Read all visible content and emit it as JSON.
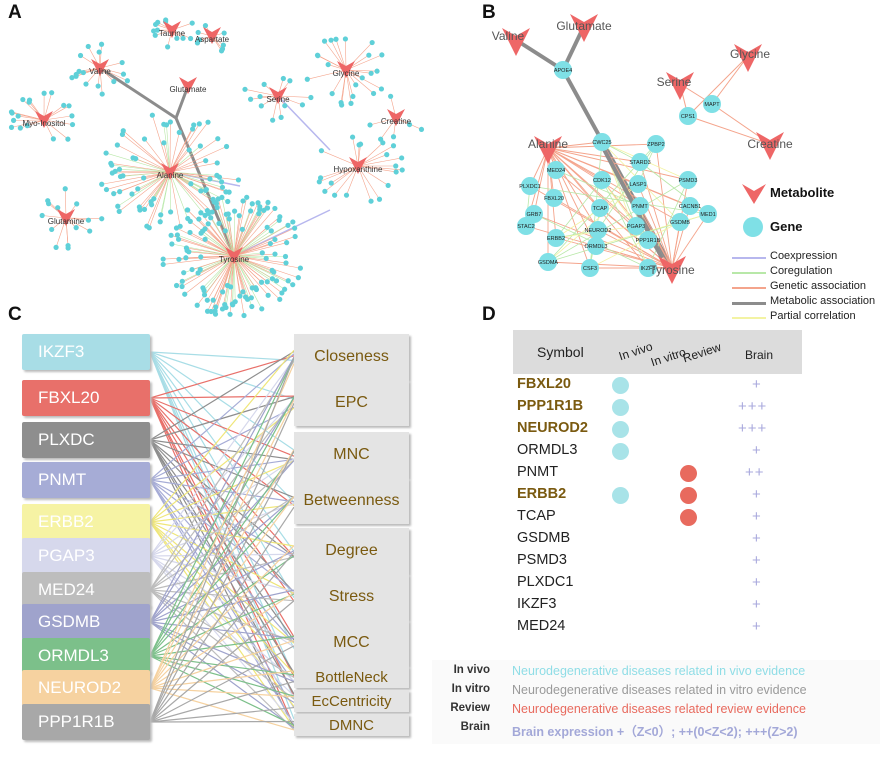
{
  "panels": {
    "a": "A",
    "b": "B",
    "c": "C",
    "d": "D"
  },
  "colors": {
    "metabolite": "#ee6666",
    "gene": "#7fe0e6",
    "coexpression": "#b7b7ee",
    "coregulation": "#b8e8a8",
    "genetic": "#f4a48c",
    "metabolic": "#8c8c8c",
    "partial": "#f3f3a3"
  },
  "panel_a": {
    "metabolites": [
      "Taurine",
      "Aspartate",
      "Valine",
      "Glutamate",
      "Glycine",
      "Serine",
      "Creatine",
      "Myo-Inositol",
      "Alanine",
      "Hypoxanthine",
      "Glutamine",
      "Tyrosine"
    ]
  },
  "panel_b": {
    "metabolites": [
      "Valine",
      "Glutamate",
      "Glycine",
      "Serine",
      "Creatine",
      "Alanine",
      "Tyrosine"
    ],
    "genes": [
      "APOE4",
      "MAPT",
      "CPS1",
      "CWC25",
      "ZPBP2",
      "STARD3",
      "MED24",
      "CDK12",
      "LASP1",
      "PLXDC1",
      "FBXL20",
      "PSMD3",
      "CACNB1",
      "GRB7",
      "TCAP",
      "PNMT",
      "GSDMB",
      "STAC2",
      "NEUROD2",
      "PGAP3",
      "MED1",
      "ERBB2",
      "ORMDL3",
      "PPP1R1B",
      "GSDMA",
      "CSF3",
      "IKZF3"
    ],
    "legend": {
      "metabolite": "Metabolite",
      "gene": "Gene",
      "edges": [
        "Coexpression",
        "Coregulation",
        "Genetic association",
        "Metabolic association",
        "Partial correlation"
      ]
    }
  },
  "panel_c": {
    "genes": [
      {
        "name": "IKZF3",
        "color": "#a8dde6"
      },
      {
        "name": "FBXL20",
        "color": "#e8706a"
      },
      {
        "name": "PLXDC",
        "color": "#8e8e8e"
      },
      {
        "name": "PNMT",
        "color": "#a6acd6"
      },
      {
        "name": "ERBB2",
        "color": "#f6f3a4"
      },
      {
        "name": "PGAP3",
        "color": "#d6d8ec"
      },
      {
        "name": "MED24",
        "color": "#bdbdbd"
      },
      {
        "name": "GSDMB",
        "color": "#9fa3cc"
      },
      {
        "name": "ORMDL3",
        "color": "#7cc08a"
      },
      {
        "name": "NEUROD2",
        "color": "#f6d2a0"
      },
      {
        "name": "PPP1R1B",
        "color": "#a8a8a8"
      }
    ],
    "centralities": [
      "Closeness",
      "EPC",
      "MNC",
      "Betweenness",
      "Degree",
      "Stress",
      "MCC",
      "BottleNeck",
      "EcCentricity",
      "DMNC"
    ]
  },
  "panel_d": {
    "headers": {
      "symbol": "Symbol",
      "in_vivo": "In vivo",
      "in_vitro": "In vitro",
      "review": "Review",
      "brain": "Brain"
    },
    "rows": [
      {
        "symbol": "FBXL20",
        "bold": true,
        "in_vivo": true,
        "review": false,
        "brain": "+"
      },
      {
        "symbol": "PPP1R1B",
        "bold": true,
        "in_vivo": true,
        "review": false,
        "brain": "+++"
      },
      {
        "symbol": "NEUROD2",
        "bold": true,
        "in_vivo": true,
        "review": false,
        "brain": "+++"
      },
      {
        "symbol": "ORMDL3",
        "bold": false,
        "in_vivo": true,
        "review": false,
        "brain": "+"
      },
      {
        "symbol": "PNMT",
        "bold": false,
        "in_vivo": false,
        "review": true,
        "brain": "++"
      },
      {
        "symbol": "ERBB2",
        "bold": true,
        "in_vivo": true,
        "review": true,
        "brain": "+"
      },
      {
        "symbol": "TCAP",
        "bold": false,
        "in_vivo": false,
        "review": true,
        "brain": "+"
      },
      {
        "symbol": "GSDMB",
        "bold": false,
        "in_vivo": false,
        "review": false,
        "brain": "+"
      },
      {
        "symbol": "PSMD3",
        "bold": false,
        "in_vivo": false,
        "review": false,
        "brain": "+"
      },
      {
        "symbol": "PLXDC1",
        "bold": false,
        "in_vivo": false,
        "review": false,
        "brain": "+"
      },
      {
        "symbol": "IKZF3",
        "bold": false,
        "in_vivo": false,
        "review": false,
        "brain": "+"
      },
      {
        "symbol": "MED24",
        "bold": false,
        "in_vivo": false,
        "review": false,
        "brain": "+"
      }
    ],
    "legend": [
      {
        "key": "In vivo",
        "text": "Neurodegenerative diseases related in vivo evidence",
        "color": "#8fdde6"
      },
      {
        "key": "In vitro",
        "text": "Neurodegenerative diseases related in vitro evidence",
        "color": "#9a9a9a"
      },
      {
        "key": "Review",
        "text": "Neurodegenerative diseases related review evidence",
        "color": "#e86a5e"
      },
      {
        "key": "Brain",
        "text": "Brain expression +（Z<0）; ++(0<Z<2); +++(Z>2)",
        "color": "#a3a8d8"
      }
    ]
  }
}
